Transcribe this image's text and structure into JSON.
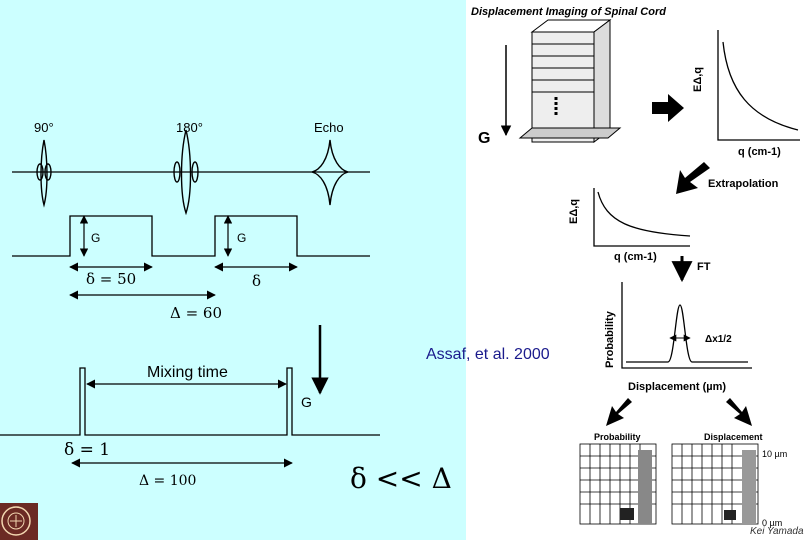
{
  "left_diagram": {
    "pulse_90": "90°",
    "pulse_180": "180°",
    "echo": "Echo",
    "gradient_1": "G",
    "gradient_2": "G",
    "delta_small": "δ = 50",
    "delta_small_2": "δ",
    "delta_big": "Δ = 60",
    "mixing_time": "Mixing time",
    "gradient_3": "G",
    "delta_small_3": "δ = 1",
    "delta_big_3": "Δ = 100"
  },
  "citation": "Assaf, et al. 2000",
  "relation": "δ << Δ",
  "right_panel": {
    "title": "Displacement Imaging of Spinal Cord",
    "gradient_axis": "G",
    "e_label_1": "EΔ,q",
    "q_label_1": "q (cm-1)",
    "extrapolation": "Extrapolation",
    "e_label_2": "EΔ,q",
    "q_label_2": "q (cm-1)",
    "ft": "FT",
    "probability_axis": "Probability",
    "dx_label": "Δx1/2",
    "displacement_axis": "Displacement (µm)",
    "map_probability": "Probability",
    "map_displacement": "Displacement",
    "scale_top": "10 µm",
    "scale_bottom": "0 µm",
    "credit": "Kei Yamada"
  }
}
